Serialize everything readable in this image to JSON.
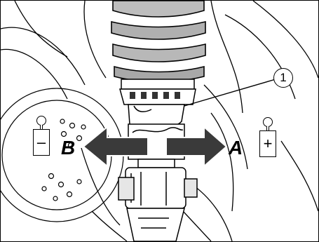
{
  "callout": {
    "number": "1"
  },
  "arrows": {
    "right_label": "A",
    "left_label": "B"
  },
  "tags": {
    "minus": "–",
    "plus": "+"
  },
  "colors": {
    "line": "#000000",
    "spring": "#bdbdbd",
    "arrow_fill": "#3a3a3a",
    "background": "#ffffff"
  }
}
